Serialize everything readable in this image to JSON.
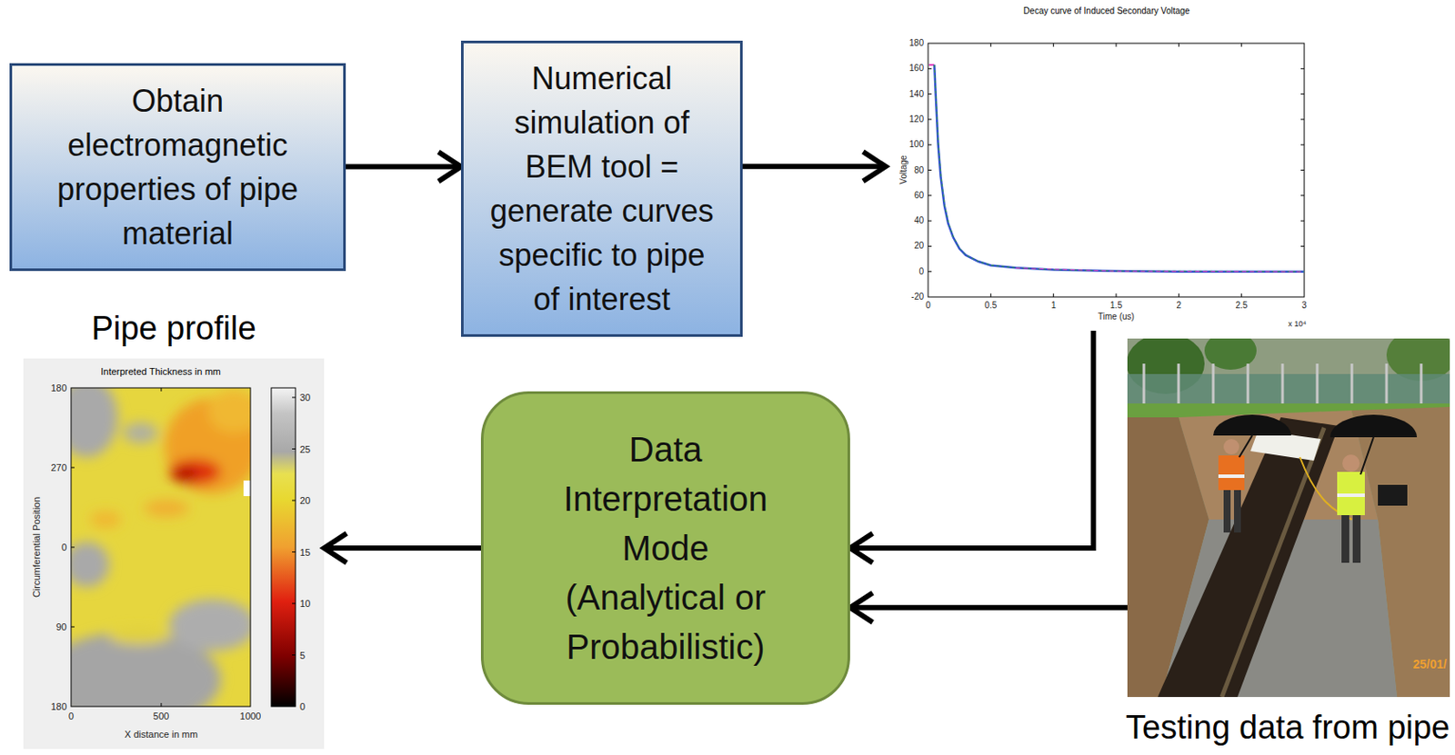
{
  "diagram": {
    "nodes": [
      {
        "text": [
          "Obtain electromagnetic properties of pipe material"
        ]
      },
      {
        "text": [
          "Numerical simulation of BEM tool = generate curves specific to pipe of interest"
        ]
      },
      {
        "text": [
          "Decay curve of Induced Secondary Voltage"
        ]
      },
      {
        "text": [
          "Pipe profile",
          "Interpreted Thickness in mm"
        ]
      },
      {
        "text": [
          "Data Interpretation Mode (Analytical or Probabilistic)"
        ]
      },
      {
        "text": [
          "Testing data from pipe"
        ]
      }
    ],
    "edges": [
      {
        "from": 0,
        "to": 1,
        "arrow": "to"
      },
      {
        "from": 1,
        "to": 2,
        "arrow": "to"
      },
      {
        "from": 2,
        "to": 4,
        "arrow": "to"
      },
      {
        "from": 5,
        "to": 4,
        "arrow": "to"
      },
      {
        "from": 4,
        "to": 3,
        "arrow": "to"
      }
    ],
    "labels": [
      "180",
      "160",
      "140",
      "120",
      "100",
      "80",
      "60",
      "40",
      "20",
      "0",
      "-20",
      "Voltage",
      "0",
      "0.5",
      "1",
      "1.5",
      "2",
      "2.5",
      "3",
      "Time (us)",
      "x 10⁴",
      "180",
      "270",
      "0",
      "90",
      "180",
      "Circumferential Position",
      "0",
      "500",
      "1000",
      "X distance in mm",
      "30",
      "25",
      "20",
      "15",
      "10",
      "5",
      "0",
      "25/01/"
    ]
  }
}
